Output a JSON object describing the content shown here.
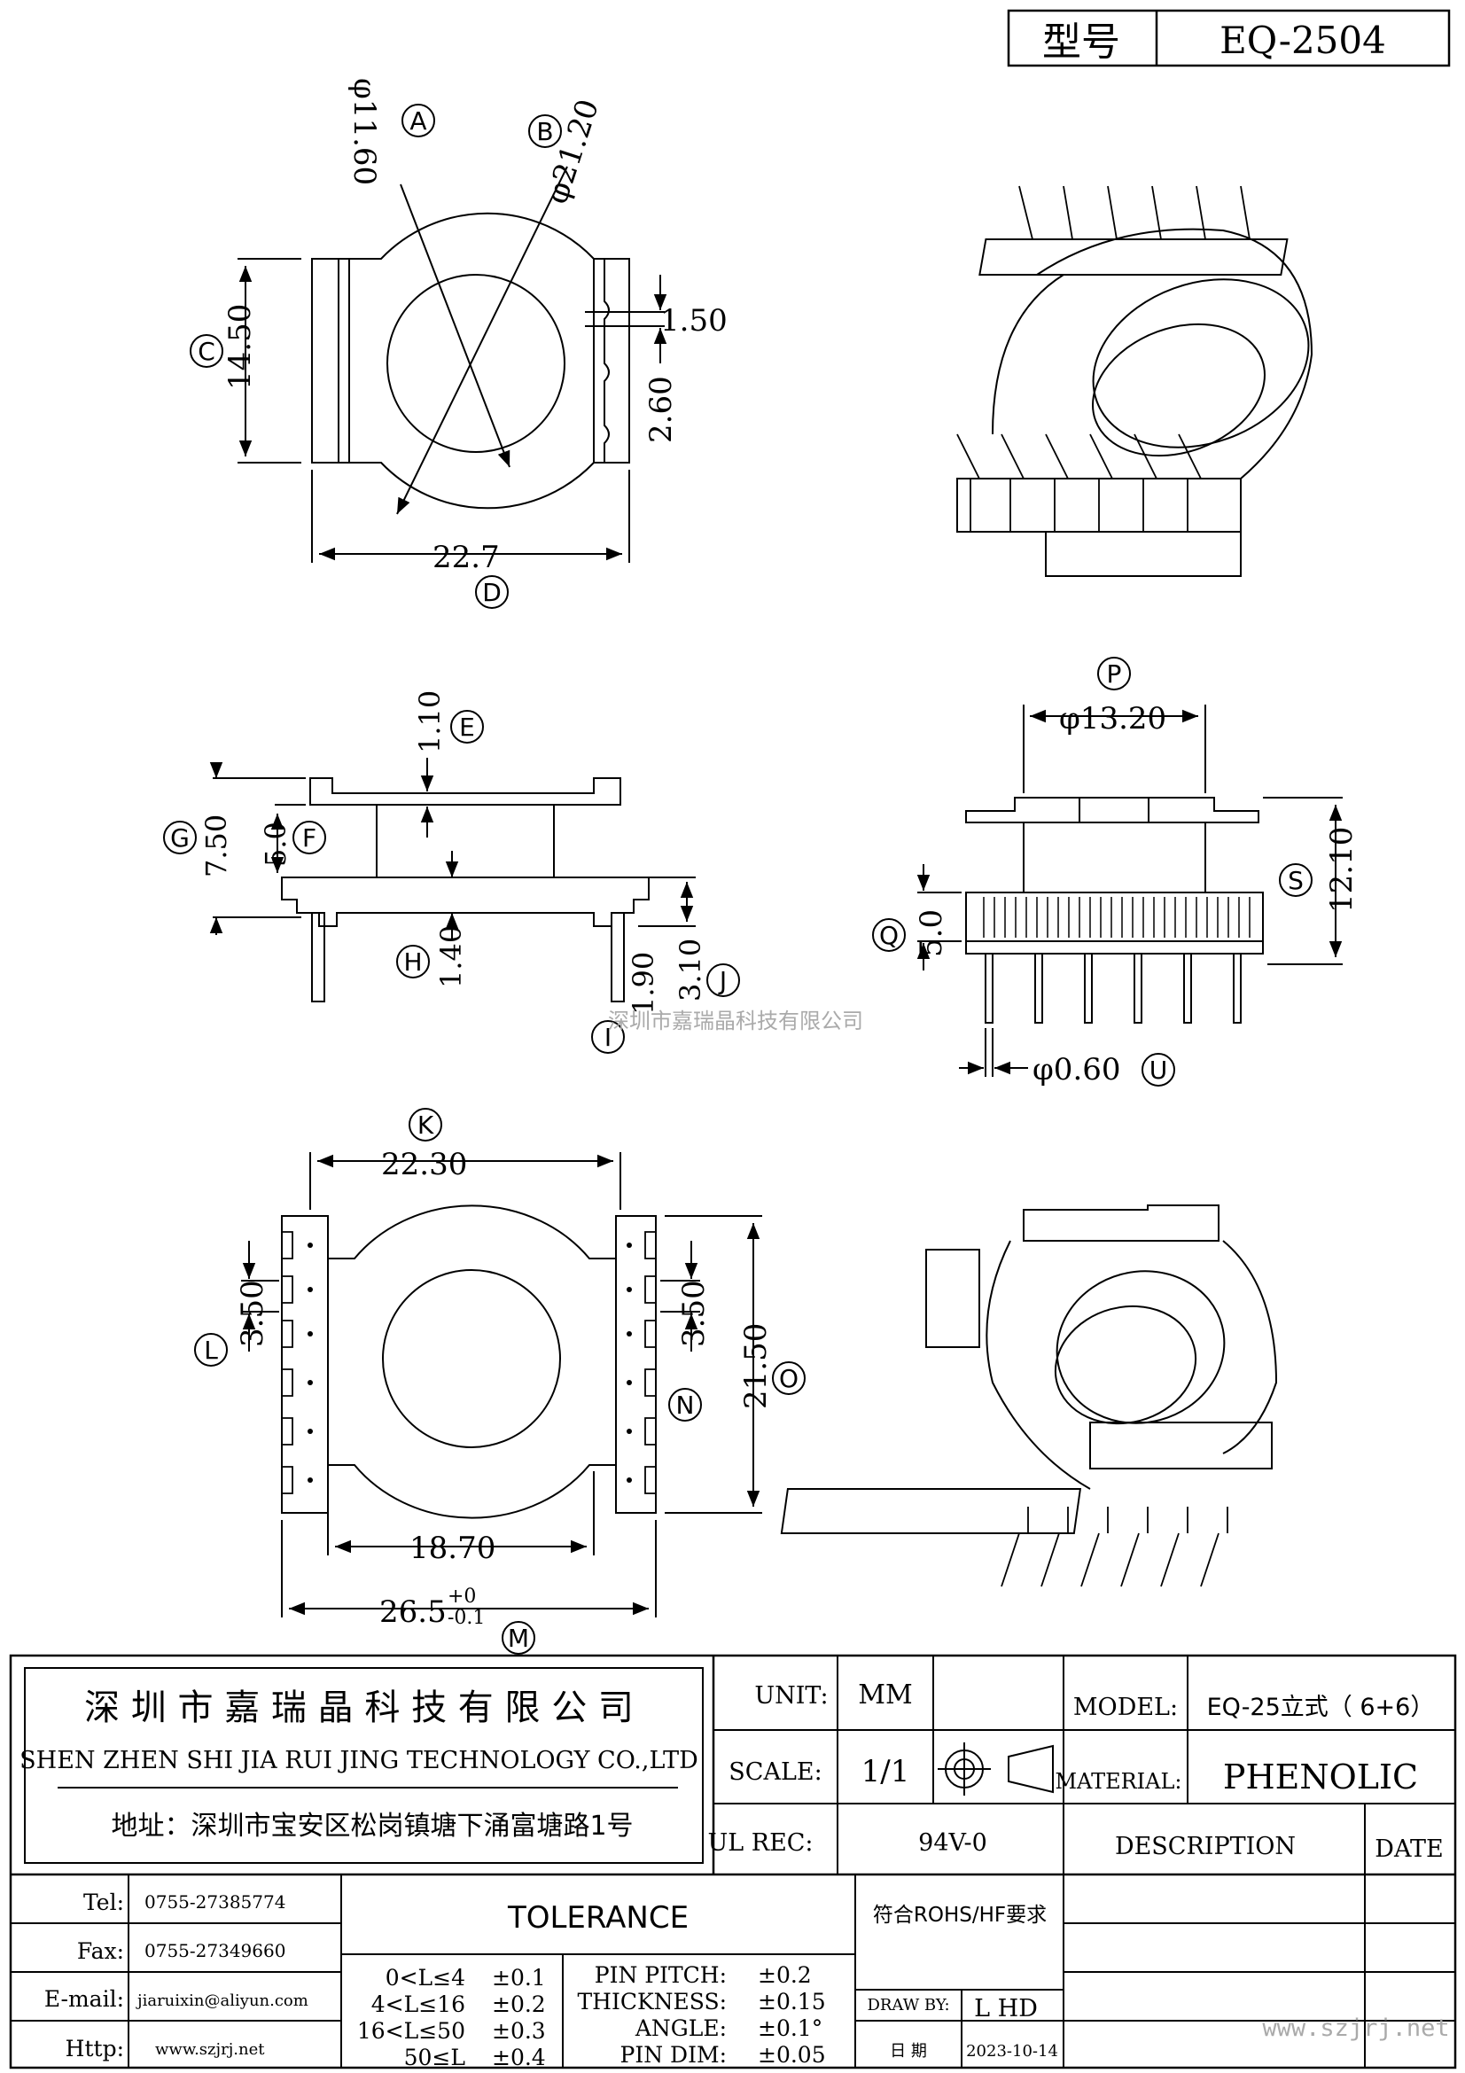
{
  "header": {
    "model_label": "型号",
    "model_value": "EQ-2504"
  },
  "view_top": {
    "dims": {
      "A_val": "φ11.60",
      "B_val": "φ21.20",
      "C_val": "14.50",
      "D_val": "22.7",
      "slot_w": "1.50",
      "slot_pitch": "2.60"
    },
    "marks": {
      "A": "A",
      "B": "B",
      "C": "C",
      "D": "D"
    }
  },
  "view_side": {
    "dims": {
      "E_val": "1.10",
      "G_val": "7.50",
      "F_val": "5.0",
      "H_val": "1.40",
      "I_val": "1.90",
      "J_val": "3.10"
    },
    "marks": {
      "E": "E",
      "F": "F",
      "G": "G",
      "H": "H",
      "I": "I",
      "J": "J"
    }
  },
  "view_front": {
    "dims": {
      "P_val": "φ13.20",
      "S_val": "12.10",
      "Q_val": "5.0",
      "U_val": "φ0.60"
    },
    "marks": {
      "P": "P",
      "Q": "Q",
      "S": "S",
      "U": "U"
    }
  },
  "view_bottom": {
    "dims": {
      "K_val": "22.30",
      "L_val": "3.50",
      "N_val": "3.50",
      "O_val": "21.50",
      "inner_w": "18.70",
      "M_val": "26.5",
      "M_tol_up": "+0",
      "M_tol_dn": "-0.1"
    },
    "marks": {
      "K": "K",
      "L": "L",
      "M": "M",
      "N": "N",
      "O": "O"
    }
  },
  "watermark": "深圳市嘉瑞晶科技有限公司",
  "company": {
    "name_cn": "深 圳 市 嘉 瑞 晶 科 技 有 限 公 司",
    "name_en": "SHEN ZHEN SHI   JIA RUI JING   TECHNOLOGY CO.,LTD",
    "address": "地址：深圳市宝安区松岗镇塘下涌富塘路1号"
  },
  "title_block": {
    "unit_label": "UNIT:",
    "unit_value": "MM",
    "scale_label": "SCALE:",
    "scale_value": "1/1",
    "ul_label": "UL REC:",
    "ul_value": "94V-0",
    "model_label": "MODEL:",
    "model_value": "EQ-25立式（ 6+6）",
    "material_label": "MATERIAL:",
    "material_value": "PHENOLIC",
    "description_label": "DESCRIPTION",
    "date_label": "DATE",
    "rohs": "符合ROHS/HF要求",
    "draw_by_label": "DRAW BY:",
    "draw_by_value": "L HD",
    "date_cn_label": "日 期",
    "date_value": "2023-10-14"
  },
  "contacts": [
    {
      "label": "Tel:",
      "value": "0755-27385774"
    },
    {
      "label": "Fax:",
      "value": "0755-27349660"
    },
    {
      "label": "E-mail:",
      "value": "jiaruixin@aliyun.com"
    },
    {
      "label": "Http:",
      "value": "www.szjrj.net"
    }
  ],
  "tolerance": {
    "title": "TOLERANCE",
    "ranges": [
      {
        "range": "0<L≤4",
        "tol": "±0.1"
      },
      {
        "range": "4<L≤16",
        "tol": "±0.2"
      },
      {
        "range": "16<L≤50",
        "tol": "±0.3"
      },
      {
        "range": "50≤L",
        "tol": "±0.4"
      }
    ],
    "items": [
      {
        "name": "PIN PITCH:",
        "tol": "±0.2"
      },
      {
        "name": "THICKNESS:",
        "tol": "±0.15"
      },
      {
        "name": "ANGLE:",
        "tol": "±0.1°"
      },
      {
        "name": "PIN DIM:",
        "tol": "±0.05"
      }
    ]
  },
  "website_watermark": "www.szjrj.net"
}
